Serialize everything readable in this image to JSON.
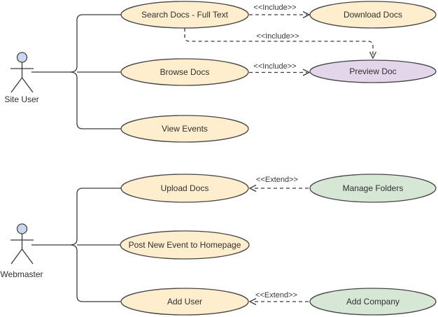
{
  "diagram": {
    "type": "uml-use-case-diagram",
    "colors": {
      "usecase_yellow": "#ffeecd",
      "usecase_purple": "#e3d6ea",
      "usecase_green": "#d6e8d5",
      "actor_head_blue": "#c9d9f0",
      "shape_stroke": "#454545",
      "line_color": "#3a3a3a",
      "text_color": "#2f2f2f",
      "background": "#ffffff"
    },
    "actors": [
      {
        "id": "site-user",
        "label": "Site User",
        "associations": [
          "Search Docs - Full Text",
          "Browse Docs",
          "View Events"
        ]
      },
      {
        "id": "webmaster",
        "label": "Webmaster",
        "associations": [
          "Upload Docs",
          "Post New Event to Homepage",
          "Add User"
        ]
      }
    ],
    "use_cases": [
      {
        "id": "search-docs",
        "label": "Search Docs - Full Text",
        "color": "yellow"
      },
      {
        "id": "download-docs",
        "label": "Download Docs",
        "color": "yellow"
      },
      {
        "id": "browse-docs",
        "label": "Browse Docs",
        "color": "yellow"
      },
      {
        "id": "preview-doc",
        "label": "Preview Doc",
        "color": "purple"
      },
      {
        "id": "view-events",
        "label": "View Events",
        "color": "yellow"
      },
      {
        "id": "upload-docs",
        "label": "Upload Docs",
        "color": "yellow"
      },
      {
        "id": "manage-folders",
        "label": "Manage Folders",
        "color": "green"
      },
      {
        "id": "post-new-event",
        "label": "Post New Event to Homepage",
        "color": "yellow"
      },
      {
        "id": "add-user",
        "label": "Add User",
        "color": "yellow"
      },
      {
        "id": "add-company",
        "label": "Add Company",
        "color": "green"
      }
    ],
    "relationships": [
      {
        "from": "Search Docs - Full Text",
        "to": "Download Docs",
        "type": "include",
        "label": "<<Include>>"
      },
      {
        "from": "Search Docs - Full Text",
        "to": "Preview Doc",
        "type": "include",
        "label": "<<Include>>"
      },
      {
        "from": "Browse Docs",
        "to": "Preview Doc",
        "type": "include",
        "label": "<<Include>>"
      },
      {
        "from": "Manage Folders",
        "to": "Upload Docs",
        "type": "extend",
        "label": "<<Extend>>"
      },
      {
        "from": "Add Company",
        "to": "Add User",
        "type": "extend",
        "label": "<<Extend>>"
      }
    ]
  }
}
